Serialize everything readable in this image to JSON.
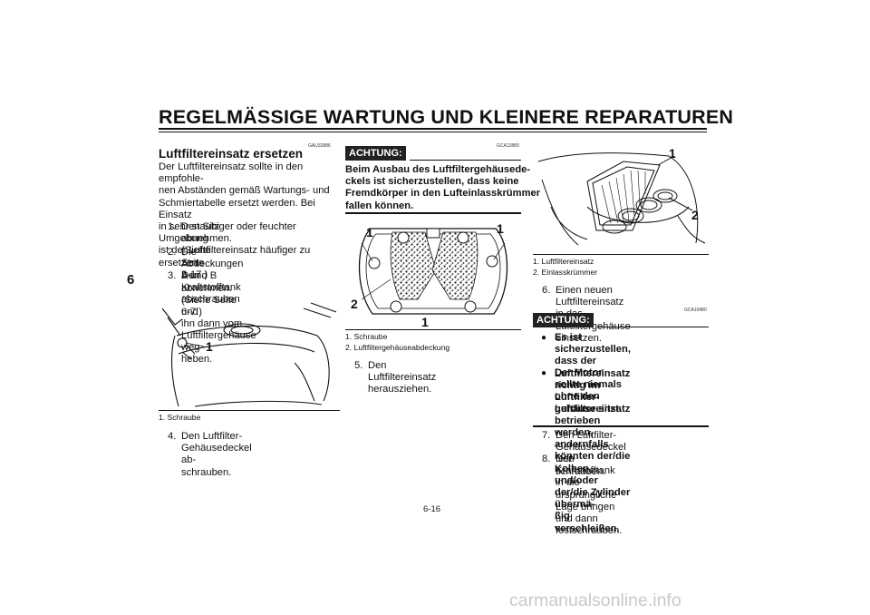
{
  "header": {
    "title": "REGELMÄSSIGE WARTUNG UND KLEINERE REPARATUREN"
  },
  "chapter_tab": "6",
  "col1": {
    "code": "GAU32886",
    "heading": "Luftfiltereinsatz ersetzen",
    "intro": [
      "Der Luftfiltereinsatz sollte in den empfohle-",
      "nen Abständen gemäß Wartungs- und",
      "Schmiertabelle ersetzt werden. Bei Einsatz",
      "in sehr staubiger oder feuchter Umgebung",
      "ist der Luftfiltereinsatz häufiger zu ersetzen."
    ],
    "steps": [
      {
        "num": "1.",
        "lines": [
          "Den Sitz abnehmen. (Siehe Seite",
          "3-17.)"
        ]
      },
      {
        "num": "2.",
        "lines": [
          "Die Abdeckungen A und B abnehmen.",
          "(Siehe Seite 6-7.)"
        ]
      },
      {
        "num": "3.",
        "lines": [
          "Den Kraftstofftank abschrauben und",
          "ihn dann vom Luftfiltergehäuse weg",
          "heben."
        ]
      }
    ],
    "figure_label": "1",
    "caption": "1.  Schraube",
    "step4": {
      "num": "4.",
      "lines": [
        "Den Luftfilter-Gehäusedeckel ab-",
        "schrauben."
      ]
    }
  },
  "col2": {
    "code": "GCA12880",
    "achtung": "ACHTUNG:",
    "warning": [
      "Beim Ausbau des Luftfiltergehäusede-",
      "ckels ist sicherzustellen, dass keine",
      "Fremdkörper in den Lufteinlasskrümmer",
      "fallen können."
    ],
    "figure_labels": [
      "1",
      "1",
      "2",
      "1"
    ],
    "captions": [
      "1.  Schraube",
      "2.  Luftfiltergehäuseabdeckung"
    ],
    "step5": {
      "num": "5.",
      "lines": [
        "Den Luftfiltereinsatz herausziehen."
      ]
    }
  },
  "col3": {
    "figure_labels": [
      "1",
      "2"
    ],
    "captions": [
      "1.  Luftfiltereinsatz",
      "2.  Einlasskrümmer"
    ],
    "step6": {
      "num": "6.",
      "lines": [
        "Einen neuen Luftfiltereinsatz in das",
        "Luftfiltergehäuse einsetzen."
      ]
    },
    "code": "GCA10480",
    "achtung": "ACHTUNG:",
    "bullets": [
      [
        "Es ist sicherzustellen, dass der",
        "Luftfiltereinsatz richtig im Luftfilter-",
        "gehäuse sitzt."
      ],
      [
        "Der Motor sollte niemals ohne den",
        "Luftfiltereinsatz betrieben werden,",
        "andernfalls könnten der/die Kolben",
        "und/oder der/die Zylinder übermä-",
        "ßig verschleißen."
      ]
    ],
    "steps": [
      {
        "num": "7.",
        "lines": [
          "Den Luftfilter-Gehäusedeckel fest-",
          "schrauben."
        ]
      },
      {
        "num": "8.",
        "lines": [
          "Den Kraftstofftank in die ursprüngliche",
          "Lage bringen und dann festschrauben."
        ]
      }
    ]
  },
  "page_number": "6-16",
  "watermark": "carmanualsonline.info"
}
